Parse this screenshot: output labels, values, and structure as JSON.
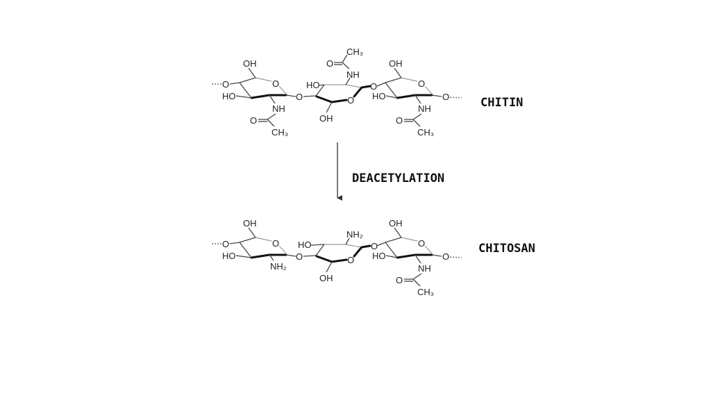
{
  "labels": {
    "top": "CHITIN",
    "reaction": "DEACETYLATION",
    "bottom": "CHITOSAN"
  },
  "atoms": {
    "OH": "OH",
    "HO": "HO",
    "O": "O",
    "NH": "NH",
    "NH2": "NH₂",
    "CH3": "CH₃"
  },
  "colors": {
    "text": "#111111",
    "background": "#ffffff"
  }
}
